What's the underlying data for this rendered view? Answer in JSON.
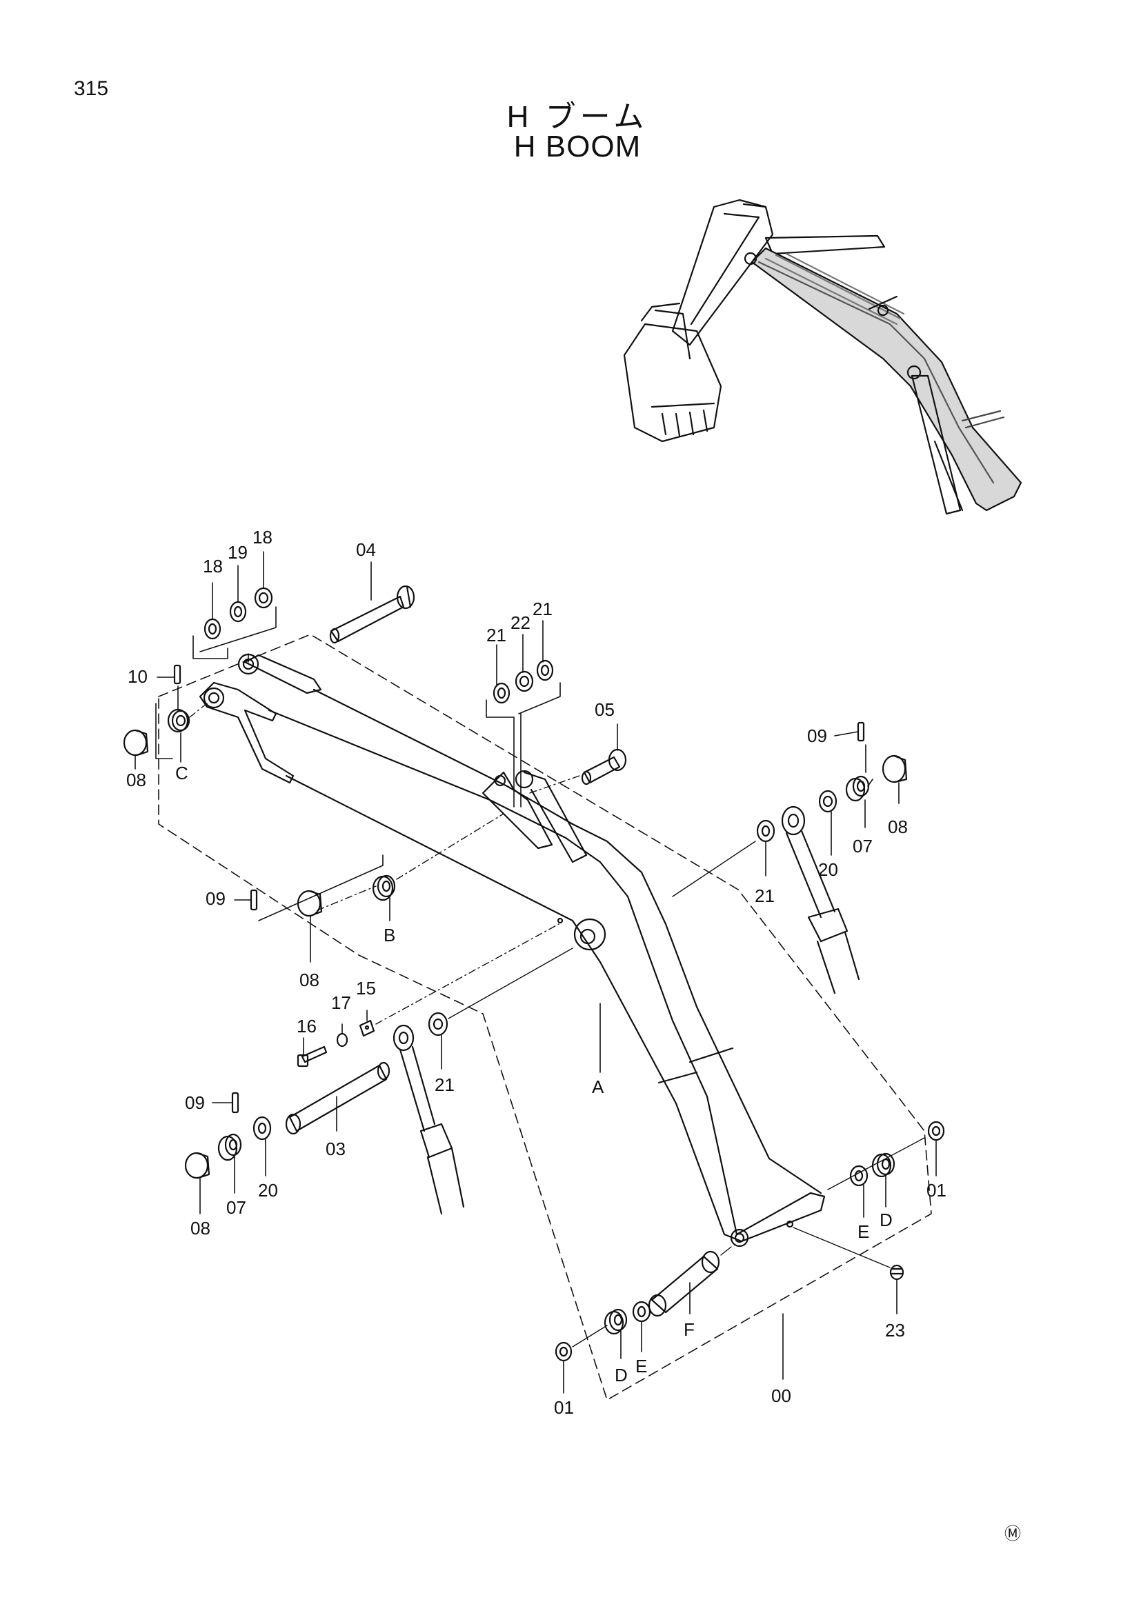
{
  "page": {
    "number": "315",
    "title_jp": "H ブーム",
    "title_en": "H BOOM",
    "mark": "Ⓜ"
  },
  "callouts": {
    "c18a": "18",
    "c19": "19",
    "c18b": "18",
    "c04": "04",
    "c10": "10",
    "c08a": "08",
    "cC": "C",
    "c21a": "21",
    "c22": "22",
    "c21b": "21",
    "c05": "05",
    "c09a": "09",
    "c07a": "07",
    "c08b": "08",
    "c20a": "20",
    "c21c": "21",
    "c09b": "09",
    "cB": "B",
    "c08c": "08",
    "c17": "17",
    "c15": "15",
    "c16": "16",
    "c21d": "21",
    "cA": "A",
    "c09c": "09",
    "c03": "03",
    "c20b": "20",
    "c07b": "07",
    "c08d": "08",
    "c01a": "01",
    "cE1": "E",
    "cD1": "D",
    "c23": "23",
    "cF": "F",
    "cE2": "E",
    "cD2": "D",
    "c01b": "01",
    "c00": "00"
  }
}
